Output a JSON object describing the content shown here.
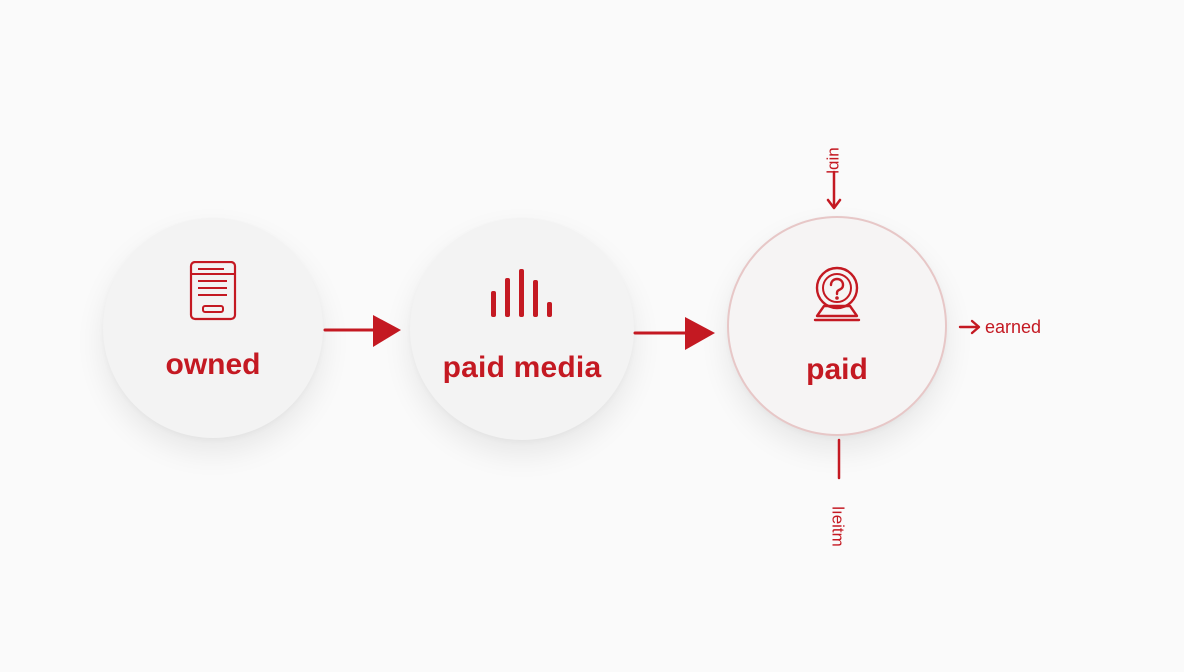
{
  "diagram": {
    "nodes": [
      {
        "label": "owned",
        "icon": "document-list-icon"
      },
      {
        "label": "paid media",
        "icon": "bar-chart-icon"
      },
      {
        "label": "paid",
        "icon": "question-webcam-icon"
      }
    ],
    "connectors": {
      "top_label": "lɑin",
      "right_label": "earned",
      "bottom_label": "lıeitm"
    },
    "colors": {
      "accent": "#c41922",
      "node_fill": "#f3f3f3",
      "highlight_border": "#e7c7c7",
      "background": "#fafafa"
    }
  }
}
